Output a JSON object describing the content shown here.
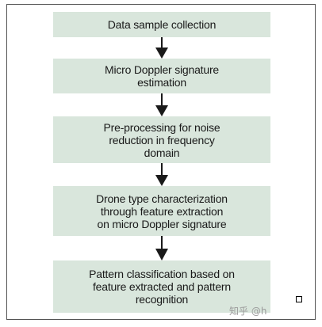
{
  "flowchart": {
    "steps": [
      {
        "label": "Data sample collection"
      },
      {
        "label": "Micro Doppler signature\nestimation"
      },
      {
        "label": "Pre-processing for noise\nreduction in frequency\ndomain"
      },
      {
        "label": "Drone type characterization\nthrough feature extraction\non micro Doppler signature"
      },
      {
        "label": "Pattern classification based on\nfeature extracted and pattern\nrecognition"
      }
    ],
    "box_color": "#d9e6dc",
    "arrow_color": "#1a1a1a"
  },
  "watermark": {
    "text": "知乎 @h"
  }
}
